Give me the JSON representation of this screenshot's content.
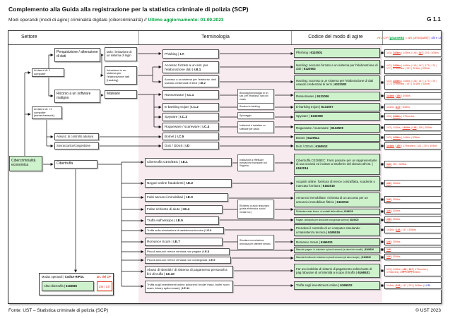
{
  "page": {
    "title": "Complemento alla Guida alla registrazione per la statistica criminale di polizia (SCP)",
    "subtitle_plain": "Modi operandi (modi di agire) criminalità digitale (cibercriminalità) // ",
    "subtitle_update": "Ultimo aggiornamento: 01.09.2023",
    "page_code": "G 1.1",
    "footer_source": "Fonte: UST – Statistica criminale di polizia (SCP)",
    "footer_copyright": "© UST 2023"
  },
  "header": {
    "col_settore": "Settore",
    "col_terminologia": "Terminologia",
    "col_codice": "Codice del modo di agire",
    "artcp_prefix": "Art. CP (",
    "artcp_bold": "grassetto",
    "artcp_mid": " = art. principale) | ",
    "artcp_other": "altre LF"
  },
  "sep": " | ",
  "settore": {
    "root": "Cibercriminalità economica",
    "target1": "Ai danni di: 1 computer",
    "target2": "Ai danni di: >1 computer (server/network)",
    "perquisizione": "Perquisizione / alterazione di dati",
    "ricorso": "Ricorso a un software maligno",
    "assunzione": "Assunz. di controllo abusiva",
    "sovraccarico": "Sovraccarico/congestione",
    "dolo": "Dolo / imitazione di un sistema di login",
    "intrusione": "Intrusione in un sistema per l'elaborazione dati (hacking)",
    "malware": "Malware",
    "cibertruffa": "Cibertruffa"
  },
  "terminologia": [
    {
      "label": "Phishing",
      "code": "I.A"
    },
    {
      "label": "Accesso forzato a un sist. per l'elaborazione dati",
      "code": "I.B.1"
    },
    {
      "label": "Accesso a un sistema per l'elaboraz. dati usando credenziali di terzi",
      "code": "I.B.2"
    },
    {
      "label": "Ransomware",
      "code": "I.C.1"
    },
    {
      "label": "E-banking trojan",
      "code": "I.C.2"
    },
    {
      "label": "Spyware",
      "code": "I.C.3"
    },
    {
      "label": "Rogueware / scareware",
      "code": "I.C.4"
    },
    {
      "label": "Botnet",
      "code": "I.C.5"
    },
    {
      "label": "DoS / DDoS",
      "code": "I.D"
    },
    {
      "label": "Cibertruffa CEO/BEC",
      "code": "I.E.1"
    },
    {
      "label": "Negozi online fraudolenti",
      "code": "I.E.2"
    },
    {
      "label": "Falsi annunci immobiliari",
      "code": "I.E.3"
    },
    {
      "label": "False richieste di aiuto",
      "code": "I.E.4"
    },
    {
      "label": "Truffa sull'anticipo",
      "code": "I.E.5"
    },
    {
      "label": "Truffa sulla simulazione di assistenza tecnica",
      "code": "I.E.6"
    },
    {
      "label": "Romance Scam",
      "code": "I.E.7"
    },
    {
      "label": "Piccoli annunci: merce venduta non pagata",
      "code": "I.E.8"
    },
    {
      "label": "Piccoli annunci: merce venduta non consegnata",
      "code": "I.E.9"
    },
    {
      "label": "Abuso di identità / di sistema di pagamento personali a fini di truffa",
      "code": "I.E.10"
    },
    {
      "label": "Truffa sugli investimenti online (sinonimi: broker fraud, boiler room scam, binary option scam)",
      "code": "I.E.11"
    }
  ],
  "note": [
    "Bloccaggio/criptaggio di un sist. per l'elaboraz. dati con ricatto",
    "Sessioni e-banking",
    "Spionaggio",
    "Incitazioni a installare un software per paura",
    "Incitazione a effettuare transazioni finanziarie con l'inganno",
    "Richiesta di aiuto finanziario (posta elettronica, social media ecc.)",
    "Simulare una relazione amorosa per ottenere denaro"
  ],
  "codice": [
    {
      "label": "Phishing",
      "code": "6110501"
    },
    {
      "label": "Hacking: accesso forzato a un sistema per l'elaborazione di dati",
      "code": "6120502"
    },
    {
      "label": "Hacking: accesso a un sistema per l'elaborazione di dati usando credenziali di terzi",
      "code": "6121502"
    },
    {
      "label": "Ransomware",
      "code": "6131006"
    },
    {
      "label": "E-banking trojan",
      "code": "6131507"
    },
    {
      "label": "Spyware",
      "code": "6132008"
    },
    {
      "label": "Rogueware / scareware",
      "code": "6132509"
    },
    {
      "label": "Botnet",
      "code": "6130511"
    },
    {
      "label": "DoS / DDoS",
      "code": "6160512"
    },
    {
      "label": "Cibertruffa CEO/BEC: Farsi passare per un rappresentante di una società ed incitare a trasferire del denaro all'est.",
      "code": "6162014"
    },
    {
      "label": "Acquisti online: fornitura di merce contraffatta, scadente o mancata fornitura",
      "code": "6162515"
    },
    {
      "label": "Annuncio immobiliare: richiesta di un acconto per un annuncio immobiliare fittizio",
      "code": "6163016"
    },
    {
      "label": "Richiedere aiuto finanz. ai contatti della vittima",
      "code": "6164018"
    },
    {
      "label": "Pagam. anticipato per sbloccare una grossa somma",
      "code": "6165020"
    },
    {
      "label": "Prendere il controllo di un computer simulando un'assistenza tecnica",
      "code": "6165516"
    },
    {
      "label": "Romance Scam",
      "code": "6166021"
    },
    {
      "label": "Mancato pagam. in relazione a piccoli annunci (ai danni del vendit.)",
      "code": "6166026"
    },
    {
      "label": "Mancata fornitura in relazione a piccoli annunci (ai danni acquir.)",
      "code": "6166030"
    },
    {
      "label": "Far uso indebito di sistemi di pagamento online/carte di pag./abusare di un'identità a scopo di truffa",
      "code": "6166531"
    },
    {
      "label": "Truffa sugli investimenti online",
      "code": "6166532"
    }
  ],
  "artcp": [
    [
      {
        "a": "143"
      },
      {
        "a": "143bis",
        "main": true
      },
      {
        "a": "144bis"
      },
      {
        "a": "146"
      },
      {
        "a": "147",
        "main": true
      },
      {
        "a": "251"
      },
      {
        "a": "305bis"
      }
    ],
    [
      {
        "a": "143"
      },
      {
        "a": "143bis",
        "main": true
      },
      {
        "a": "144bis"
      },
      {
        "a": "146"
      },
      {
        "a": "147"
      },
      {
        "a": "173"
      },
      {
        "a": "174"
      },
      {
        "a": "177"
      },
      {
        "a": "179novies"
      },
      {
        "a": "197"
      },
      {
        "a": "261bis"
      },
      {
        "a": "305bis"
      }
    ],
    [
      {
        "a": "143"
      },
      {
        "a": "143bis",
        "main": true
      },
      {
        "a": "144bis"
      },
      {
        "a": "146"
      },
      {
        "a": "147"
      },
      {
        "a": "173"
      },
      {
        "a": "174"
      },
      {
        "a": "177"
      },
      {
        "a": "179novies"
      },
      {
        "a": "197"
      },
      {
        "a": "261bis"
      },
      {
        "a": "305bis"
      }
    ],
    [
      {
        "a": "144bis",
        "main": true
      },
      {
        "a": "156",
        "main": true
      },
      {
        "a": "305bis"
      }
    ],
    [
      {
        "a": "144bis"
      },
      {
        "a": "147",
        "main": true
      },
      {
        "a": "305bis"
      }
    ],
    [
      {
        "a": "143"
      },
      {
        "a": "144bis",
        "main": true
      },
      {
        "a": "179novies"
      }
    ],
    [
      {
        "a": "143"
      },
      {
        "a": "143bis"
      },
      {
        "a": "144bis",
        "main": true
      },
      {
        "a": "146",
        "main": true
      },
      {
        "a": "156"
      },
      {
        "a": "305bis"
      }
    ],
    [
      {
        "a": "143"
      },
      {
        "a": "143bis",
        "main": true
      },
      {
        "a": "144bis"
      },
      {
        "a": "305bis"
      }
    ],
    [
      {
        "a": "144bis",
        "main": true
      },
      {
        "a": "156",
        "main": true
      },
      {
        "a": "179septies"
      },
      {
        "a": "181"
      },
      {
        "a": "239"
      },
      {
        "a": "305bis"
      }
    ],
    [
      {
        "a": "146",
        "main": true
      },
      {
        "a": "251"
      },
      {
        "a": "305bis"
      }
    ],
    [
      {
        "a": "146",
        "main": true
      },
      {
        "a": "305bis"
      }
    ],
    [
      {
        "a": "146",
        "main": true
      },
      {
        "a": "305bis"
      }
    ],
    [
      {
        "a": "146",
        "main": true
      },
      {
        "a": "305bis"
      }
    ],
    [
      {
        "a": "146",
        "main": true
      },
      {
        "a": "305bis"
      }
    ],
    [
      {
        "a": "144bis"
      },
      {
        "a": "146",
        "main": true
      },
      {
        "a": "147"
      },
      {
        "a": "305bis"
      }
    ],
    [
      {
        "a": "146",
        "main": true
      },
      {
        "a": "305bis"
      }
    ],
    [
      {
        "a": "146",
        "main": true
      }
    ],
    [
      {
        "a": "146",
        "main": true
      },
      {
        "a": "305bis"
      }
    ],
    [
      {
        "a": "143"
      },
      {
        "a": "143bis"
      },
      {
        "a": "146",
        "main": true
      },
      {
        "a": "147",
        "main": true
      },
      {
        "a": "179novies"
      },
      {
        "a": "179decies"
      },
      {
        "a": "251"
      },
      {
        "a": "252"
      },
      {
        "a": "305bis"
      }
    ],
    [
      {
        "a": "144bis"
      },
      {
        "a": "146",
        "main": true
      },
      {
        "a": "147"
      },
      {
        "a": "251"
      },
      {
        "a": "305bis"
      },
      {
        "a": "LCSl",
        "lf": true
      }
    ]
  ],
  "legend": {
    "title_plain": "Modus operandi | ",
    "title_bold": "Codice RIPOL",
    "title_right": "art. del CP",
    "sample_label": "Altra cibertruffa",
    "sample_code": "6166585",
    "sample_articles": "146 | 147"
  },
  "colors": {
    "node_green": "#cdf2cc",
    "band_pink": "#f7ebf0",
    "cp_red": "#e8402d",
    "lf_blue": "#4f4fd8",
    "update_green": "#00a33c"
  }
}
